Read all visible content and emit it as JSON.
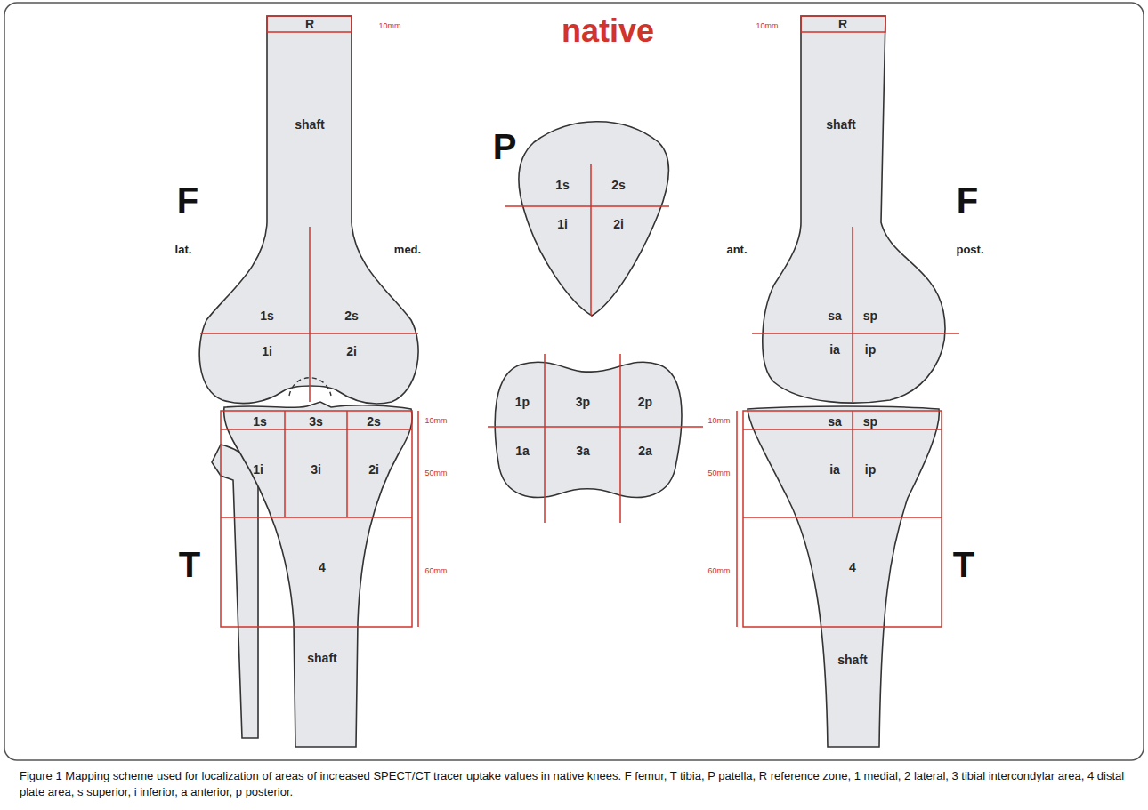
{
  "diagram": {
    "title": "native",
    "caption": "Figure 1 Mapping scheme used for localization of areas of increased SPECT/CT tracer uptake values in native knees. F femur, T tibia, P patella, R reference zone, 1 medial, 2 lateral, 3 tibial intercondylar area, 4 distal plate area, s superior, i inferior, a anterior, p posterior.",
    "labels": [
      "R",
      "10mm",
      "shaft",
      "F",
      "lat.",
      "med.",
      "1s",
      "2s",
      "1i",
      "2i",
      "1s",
      "3s",
      "2s",
      "10mm",
      "1i",
      "3i",
      "2i",
      "50mm",
      "T",
      "4",
      "60mm",
      "shaft",
      "P",
      "1s",
      "2s",
      "1i",
      "2i",
      "1p",
      "3p",
      "2p",
      "1a",
      "3a",
      "2a",
      "R",
      "10mm",
      "shaft",
      "F",
      "ant.",
      "post.",
      "sa",
      "sp",
      "ia",
      "ip",
      "sa",
      "sp",
      "10mm",
      "ia",
      "ip",
      "50mm",
      "T",
      "4",
      "60mm",
      "shaft"
    ]
  }
}
